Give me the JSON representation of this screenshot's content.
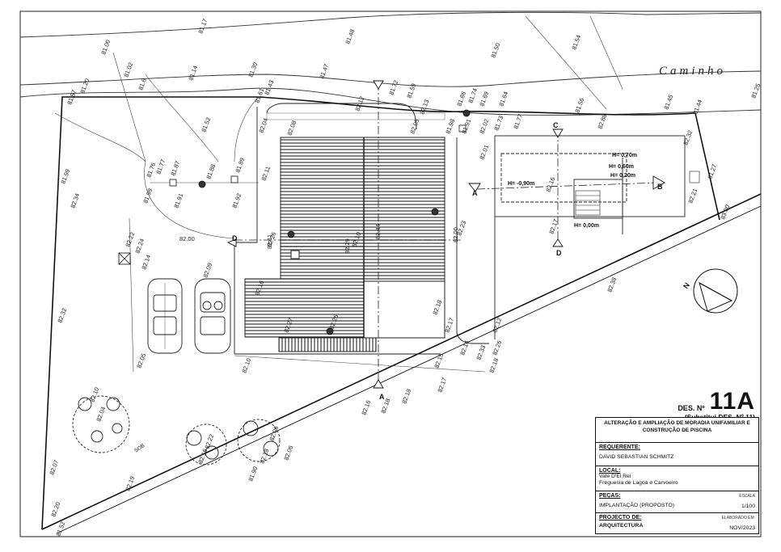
{
  "road": {
    "label": "Caminho"
  },
  "north": {
    "label": "N"
  },
  "title_block": {
    "des_label": "DES. Nº",
    "des_number": "11A",
    "des_substitute": "(Substitui DES. Nº 11)",
    "project_title": "ALTERAÇÃO E AMPLIAÇÃO DE MORADIA UNIFAMILIAR E CONSTRUÇÃO DE PISCINA",
    "requerente_label": "REQUERENTE:",
    "requerente_value": "DAVID SEBASTIAN SCHMITZ",
    "local_label": "LOCAL:",
    "local_line1": "Vale D'El Rei",
    "local_line2": "Freguesia de Lagoa e Carvoeiro",
    "pecas_label": "PEÇAS:",
    "escala_label": "ESCALA",
    "pecas_value": "IMPLANTAÇÃO (PROPOSTO)",
    "escala_value": "1/100",
    "projecto_label": "PROJECTO DE:",
    "elaborado_label": "ELABORADO EM:",
    "projecto_value": "ARQUITECTURA",
    "date_value": "NOV/2023"
  },
  "pool_levels": {
    "h1": "H= 0,70m",
    "h2": "H= 0,60m",
    "h3": "H= 0,20m",
    "h4": "H= -0,90m",
    "h5": "H= 0,00m"
  },
  "sections": {
    "a": "A",
    "b": "B",
    "c": "C",
    "d": "D"
  },
  "tree_label": "SOB",
  "levels": [
    {
      "t": "81.17"
    },
    {
      "t": "81.48"
    },
    {
      "t": "81.50"
    },
    {
      "t": "81.54"
    },
    {
      "t": "81.00"
    },
    {
      "t": "81.02"
    },
    {
      "t": "81.14"
    },
    {
      "t": "81.30"
    },
    {
      "t": "81.47"
    },
    {
      "t": "81.25"
    },
    {
      "t": "81.57"
    },
    {
      "t": "81.20"
    },
    {
      "t": "81.6"
    },
    {
      "t": "81.43"
    },
    {
      "t": "81.61"
    },
    {
      "t": "81.72"
    },
    {
      "t": "81.59"
    },
    {
      "t": "81.66"
    },
    {
      "t": "81.74"
    },
    {
      "t": "81.69"
    },
    {
      "t": "81.64"
    },
    {
      "t": "81.56"
    },
    {
      "t": "81.45"
    },
    {
      "t": "81.44"
    },
    {
      "t": "81.52"
    },
    {
      "t": "82.04"
    },
    {
      "t": "82.08"
    },
    {
      "t": "82.12"
    },
    {
      "t": "82.13"
    },
    {
      "t": "82.05"
    },
    {
      "t": "81.98"
    },
    {
      "t": "81.91"
    },
    {
      "t": "82.02"
    },
    {
      "t": "81.73"
    },
    {
      "t": "81.77"
    },
    {
      "t": "82.88"
    },
    {
      "t": "82.32"
    },
    {
      "t": "81.99"
    },
    {
      "t": "81.76"
    },
    {
      "t": "81.77"
    },
    {
      "t": "81.87"
    },
    {
      "t": "81.88"
    },
    {
      "t": "81.89"
    },
    {
      "t": "82.11"
    },
    {
      "t": "82.01"
    },
    {
      "t": "81.27"
    },
    {
      "t": "82.34"
    },
    {
      "t": "81.99"
    },
    {
      "t": "81.91"
    },
    {
      "t": "81.92"
    },
    {
      "t": "82.00"
    },
    {
      "t": "82.16"
    },
    {
      "t": "82.17"
    },
    {
      "t": "82.21"
    },
    {
      "t": "83.00"
    },
    {
      "t": "82.22"
    },
    {
      "t": "82.24"
    },
    {
      "t": "82.14"
    },
    {
      "t": "82.09"
    },
    {
      "t": "82.26"
    },
    {
      "t": "82.10"
    },
    {
      "t": "82.23"
    },
    {
      "t": "82.38"
    },
    {
      "t": "82.32"
    },
    {
      "t": "82.05"
    },
    {
      "t": "82.16"
    },
    {
      "t": "82.27"
    },
    {
      "t": "82.26"
    },
    {
      "t": "82.18"
    },
    {
      "t": "82.17"
    },
    {
      "t": "82.12"
    },
    {
      "t": "82.14"
    },
    {
      "t": "82.33"
    },
    {
      "t": "82.26"
    },
    {
      "t": "82.10"
    },
    {
      "t": "82.15"
    },
    {
      "t": "82.17"
    },
    {
      "t": "82.18"
    },
    {
      "t": "82.16"
    },
    {
      "t": "82.18"
    },
    {
      "t": "82.18"
    },
    {
      "t": "82.10"
    },
    {
      "t": "82.04"
    },
    {
      "t": "82.22"
    },
    {
      "t": "82.06"
    },
    {
      "t": "81.90"
    },
    {
      "t": "82.19"
    },
    {
      "t": "82.07"
    },
    {
      "t": "82.20"
    },
    {
      "t": "81.52"
    },
    {
      "t": "82.16"
    },
    {
      "t": "82.18"
    },
    {
      "t": "82.06"
    },
    {
      "t": "82.44"
    },
    {
      "t": "82.11"
    },
    {
      "t": "82.00"
    },
    {
      "t": "82.29"
    }
  ]
}
